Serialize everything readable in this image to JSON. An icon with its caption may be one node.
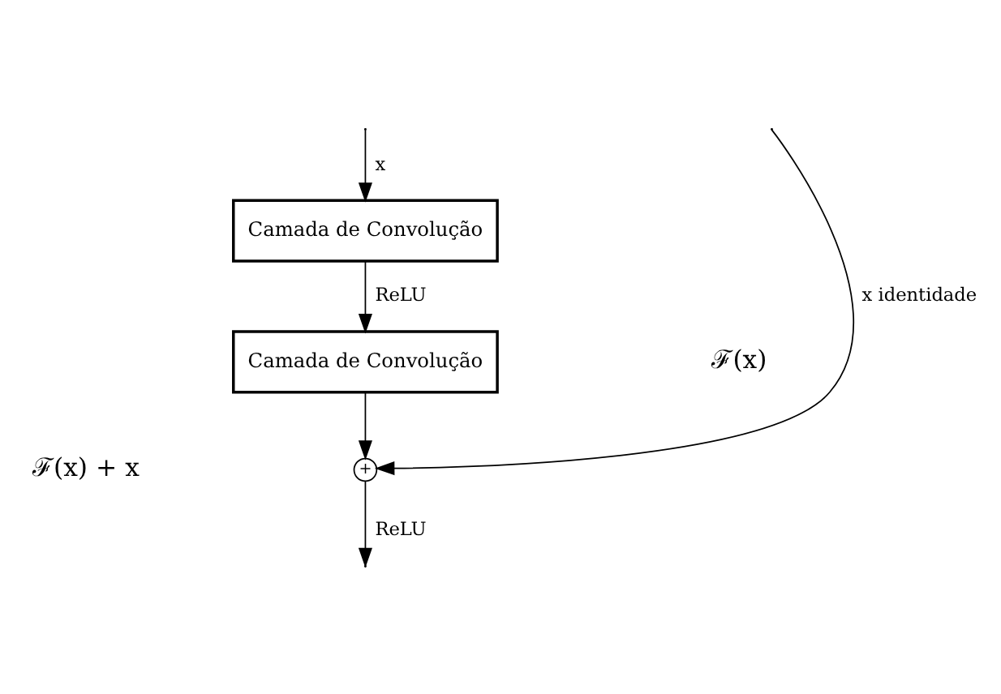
{
  "diagram": {
    "nodes": [
      {
        "text": [
          "Camada de Convolução"
        ]
      },
      {
        "text": [
          "Camada de Convolução"
        ]
      },
      {
        "text": [
          "+"
        ]
      }
    ],
    "edges": [
      {
        "from": null,
        "to": 0,
        "arrow": "to",
        "label": "x"
      },
      {
        "from": 0,
        "to": 1,
        "arrow": "to",
        "label": "ReLU"
      },
      {
        "from": 1,
        "to": 2,
        "arrow": "to"
      },
      {
        "from": null,
        "to": 2,
        "arrow": "to",
        "label": "x identidade"
      },
      {
        "from": 2,
        "to": null,
        "arrow": "to",
        "label": "ReLU"
      }
    ],
    "labels": [
      "ℱ(x)",
      "ℱ(x) + x"
    ]
  }
}
